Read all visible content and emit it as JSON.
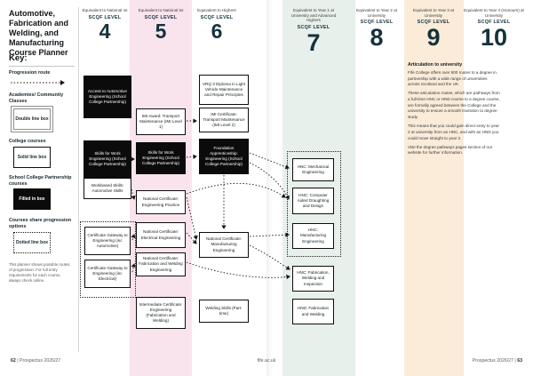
{
  "page": {
    "title": "Automotive, Fabrication and Welding, and Manufacturing Course Planner",
    "footer": {
      "left_page": "62",
      "separator": "|",
      "left_text": "Prospectus 2026/27",
      "center": "fife.ac.uk",
      "right_text": "Prospectus 2026/27",
      "right_page": "63"
    }
  },
  "key": {
    "heading": "Key:",
    "progression_label": "Progression route",
    "items": [
      {
        "label": "Academies/ Community Classes",
        "box": "Double line box"
      },
      {
        "label": "College courses",
        "box": "Solid line box"
      },
      {
        "label": "School College Partnership courses",
        "box": "Filled in box"
      },
      {
        "label": "Courses share progression options",
        "box": "Dotted line box"
      }
    ],
    "note": "This planner shows possible routes of progression. For full entry requirements for each course, always check online."
  },
  "levels": [
    {
      "equivalent": "Equivalent to National 4s",
      "scqf": "SCQF LEVEL",
      "number": "4"
    },
    {
      "equivalent": "Equivalent to National 5s",
      "scqf": "SCQF LEVEL",
      "number": "5"
    },
    {
      "equivalent": "Equivalent to Highers",
      "scqf": "SCQF LEVEL",
      "number": "6"
    },
    {
      "equivalent": "Equivalent to Year 1 at University and Advanced Highers",
      "scqf": "SCQF LEVEL",
      "number": "7"
    },
    {
      "equivalent": "Equivalent to Year 2 at University",
      "scqf": "SCQF LEVEL",
      "number": "8"
    },
    {
      "equivalent": "Equivalent to Year 3 at University",
      "scqf": "SCQF LEVEL",
      "number": "9"
    },
    {
      "equivalent": "Equivalent to Year 4 (Honours) at University",
      "scqf": "SCQF LEVEL",
      "number": "10"
    }
  ],
  "courses": [
    {
      "label": "Access to Automotive Engineering (School College Partnership)",
      "style": "filled",
      "level": "4"
    },
    {
      "label": "Skills for Work Engineering (School College Partnership)",
      "style": "filled",
      "level": "4"
    },
    {
      "label": "Workbased Skills: Automotive Skills",
      "style": "solid",
      "level": "4"
    },
    {
      "label": "Certificate Gateway to Engineering (inc Automotive)",
      "style": "solid",
      "level": "4"
    },
    {
      "label": "Certificate Gateway to Engineering (inc Electrical)",
      "style": "solid",
      "level": "4"
    },
    {
      "label": "IMI Award: Transport Maintenance (IMI Level 1)",
      "style": "solid",
      "level": "5"
    },
    {
      "label": "Skills for Work Engineering (School College Partnership)",
      "style": "filled",
      "level": "5"
    },
    {
      "label": "National Certificate: Engineering Practice",
      "style": "solid",
      "level": "5"
    },
    {
      "label": "National Certificate: Electrical Engineering",
      "style": "solid",
      "level": "5"
    },
    {
      "label": "National Certificate: Fabrication and Welding Engineering",
      "style": "solid",
      "level": "5"
    },
    {
      "label": "Intermediate Certificate: Engineering (Fabrication and Welding)",
      "style": "solid",
      "level": "5"
    },
    {
      "label": "VRQ 3 Diploma in Light Vehicle Maintenance and Repair Principles",
      "style": "solid",
      "level": "6"
    },
    {
      "label": "IMI Certificate: Transport Maintenance (IMI Level 2)",
      "style": "solid",
      "level": "6"
    },
    {
      "label": "Foundation Apprenticeship: Engineering (School College Partnership)",
      "style": "filled",
      "level": "6"
    },
    {
      "label": "National Certificate: Manufacturing Engineering",
      "style": "solid",
      "level": "6"
    },
    {
      "label": "Welding Skills (Part-time)",
      "style": "solid",
      "level": "6"
    },
    {
      "label": "HNC: Mechanical Engineering",
      "style": "solid",
      "level": "7"
    },
    {
      "label": "HNC: Computer Aided Draughting and Design",
      "style": "solid",
      "level": "7"
    },
    {
      "label": "HNC: Manufacturing Engineering",
      "style": "solid",
      "level": "7"
    },
    {
      "label": "HNC: Fabrication, Welding and Inspection",
      "style": "solid",
      "level": "7"
    },
    {
      "label": "HND: Fabrication and Welding",
      "style": "solid",
      "level": "7"
    }
  ],
  "articulation": {
    "heading": "Articulation to university",
    "paragraphs": [
      "Fife College offers over 600 routes to a degree in partnership with a wide range of universities across Scotland and the UK.",
      "These articulation routes, which are pathways from a full-time HNC or HND course to a degree course, are formally agreed between the College and the university to ensure a smooth transition to degree study.",
      "This means that you could gain direct entry to year 2 at university from an HNC, and with an HND you could move straight to year 3.",
      "Visit the degree pathways pages section of our website for further information."
    ]
  },
  "colors": {
    "band_pink": "#f9e4ee",
    "band_mint": "#e7f0ea",
    "band_peach": "#faecd9",
    "ink": "#14323c",
    "box_black": "#0b0b0b"
  }
}
